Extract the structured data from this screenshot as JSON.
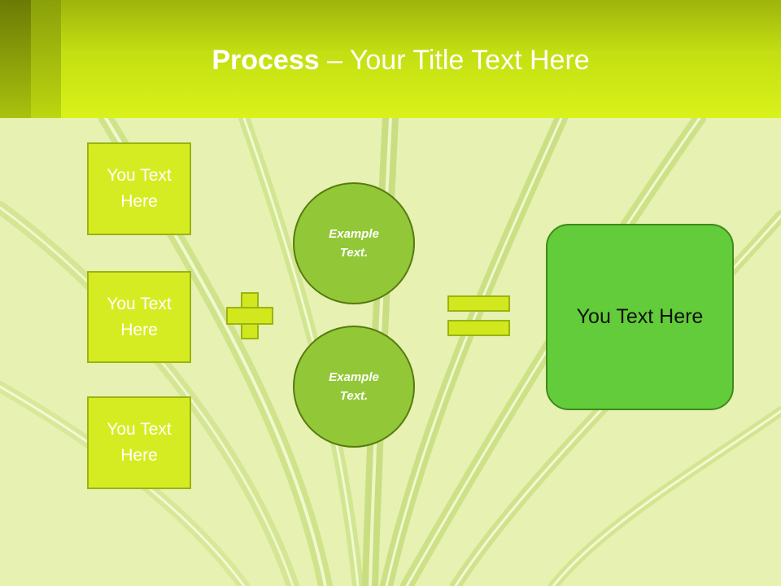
{
  "header": {
    "title_bold": "Process",
    "title_rest": " – Your Title Text Here"
  },
  "inputs": [
    {
      "label": "You Text Here"
    },
    {
      "label": "You Text Here"
    },
    {
      "label": "You Text Here"
    }
  ],
  "operators": {
    "plus": "plus-sign",
    "equals": "equals-sign"
  },
  "circles": [
    {
      "label": "Example Text."
    },
    {
      "label": "Example Text."
    }
  ],
  "result": {
    "label": "You Text Here"
  },
  "colors": {
    "header": "#d9f21a",
    "box_fill": "#d6ec22",
    "circle_fill": "#92c837",
    "result_fill": "#63cc3a"
  }
}
